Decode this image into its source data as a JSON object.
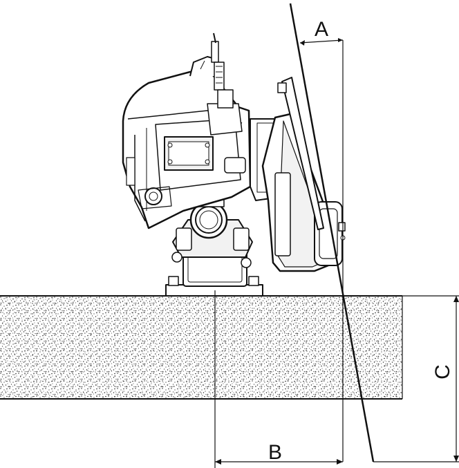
{
  "labels": {
    "a": "A",
    "b": "B",
    "c": "C"
  },
  "colors": {
    "line": "#111111",
    "fill_light": "#f2f2f2",
    "stipple": "#222222",
    "background": "#ffffff"
  }
}
